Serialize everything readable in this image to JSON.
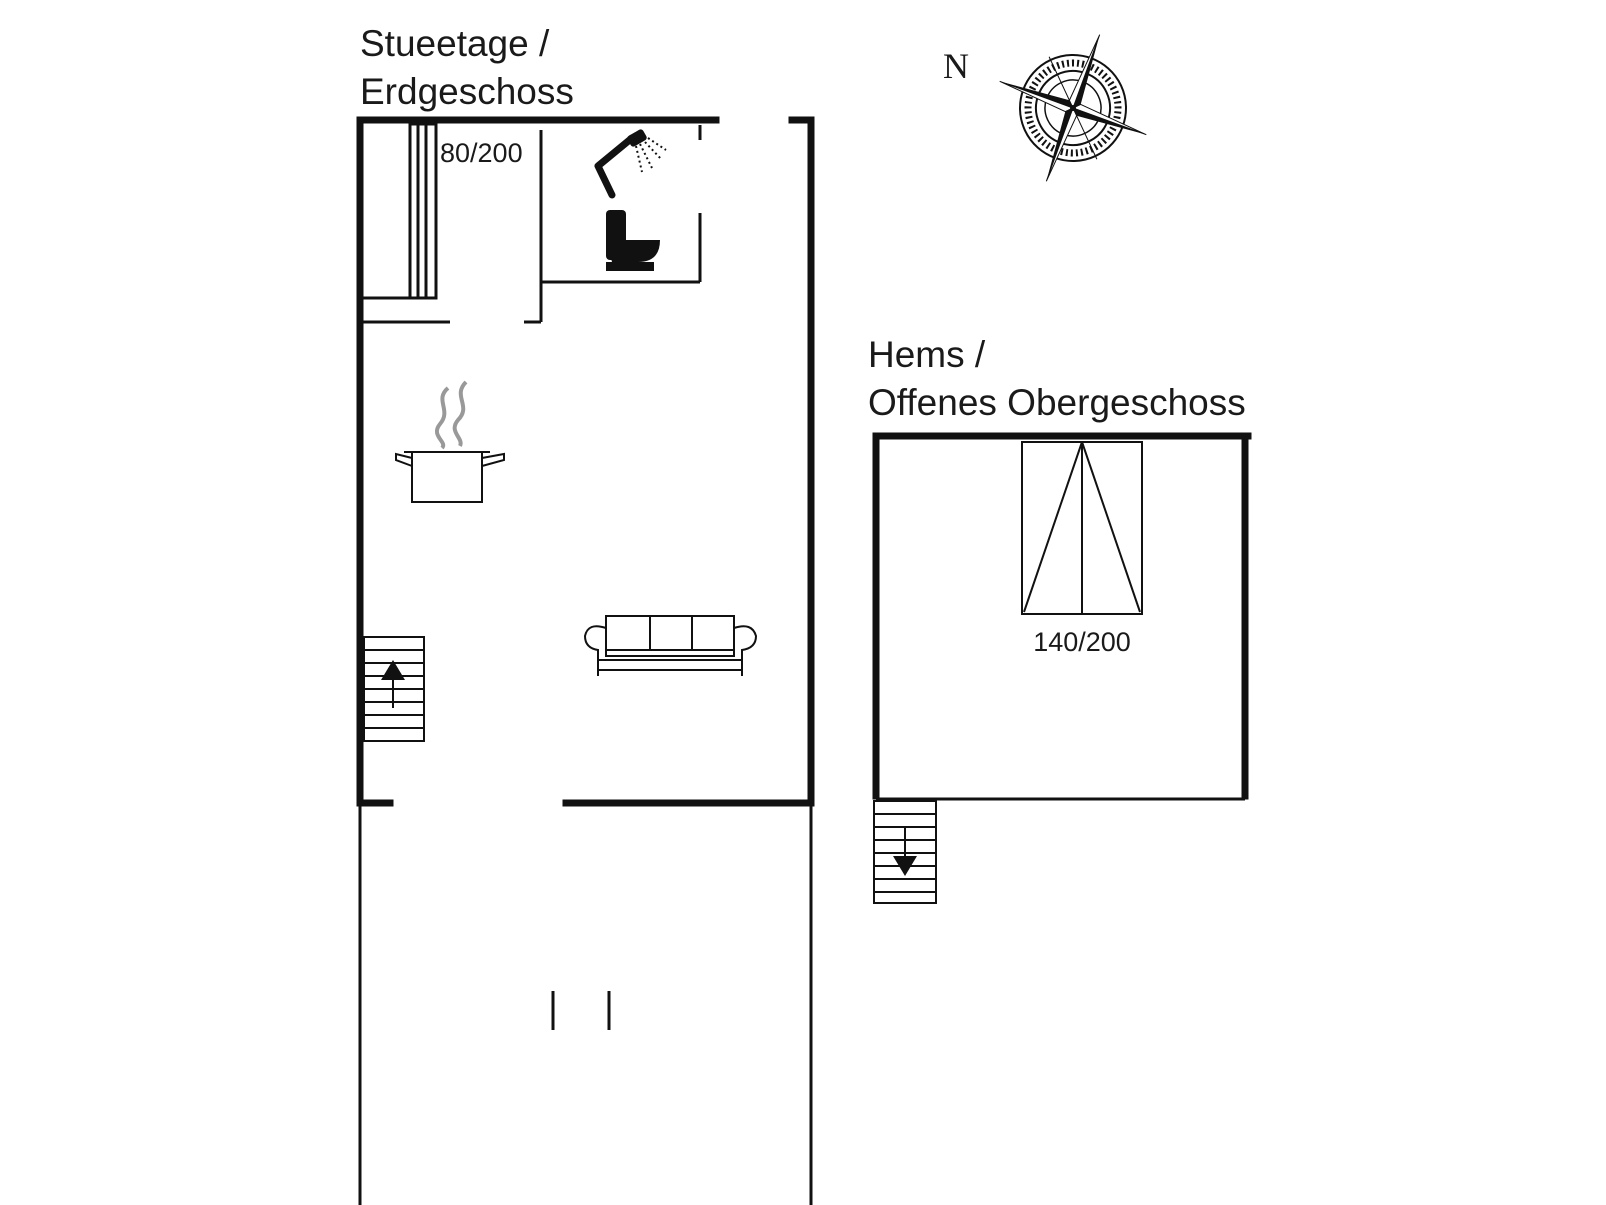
{
  "ground_floor": {
    "title_line1": "Stueetage /",
    "title_line2": "Erdgeschoss",
    "bed_size": "80/200"
  },
  "loft": {
    "title_line1": "Hems /",
    "title_line2": "Offenes Obergeschoss",
    "bed_size": "140/200"
  },
  "compass": {
    "north_label": "N"
  }
}
